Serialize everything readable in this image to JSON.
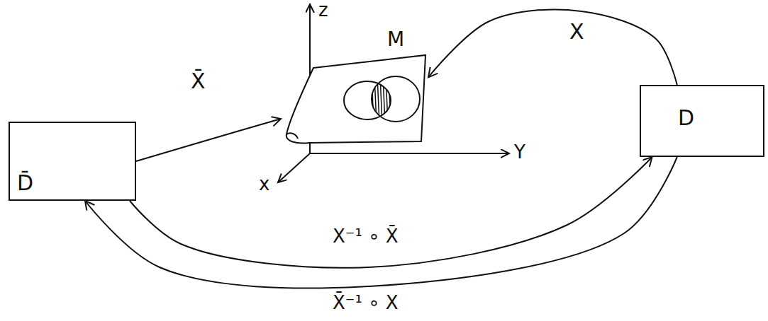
{
  "diagram": {
    "nodes": [
      {
        "text": [
          "D̄"
        ]
      },
      {
        "text": [
          "M"
        ]
      },
      {
        "text": [
          "D"
        ]
      }
    ],
    "edges": [
      {
        "from": 0,
        "to": 1,
        "label": "X̄",
        "arrow": "to"
      },
      {
        "from": 2,
        "to": 1,
        "label": "X",
        "arrow": "to"
      },
      {
        "from": 0,
        "to": 2,
        "label": "X⁻¹ ∘ X̄",
        "arrow": "to"
      },
      {
        "from": 2,
        "to": 0,
        "label": "X̄⁻¹ ∘ X",
        "arrow": "to"
      }
    ],
    "labels": [
      "z",
      "Y",
      "x"
    ]
  }
}
